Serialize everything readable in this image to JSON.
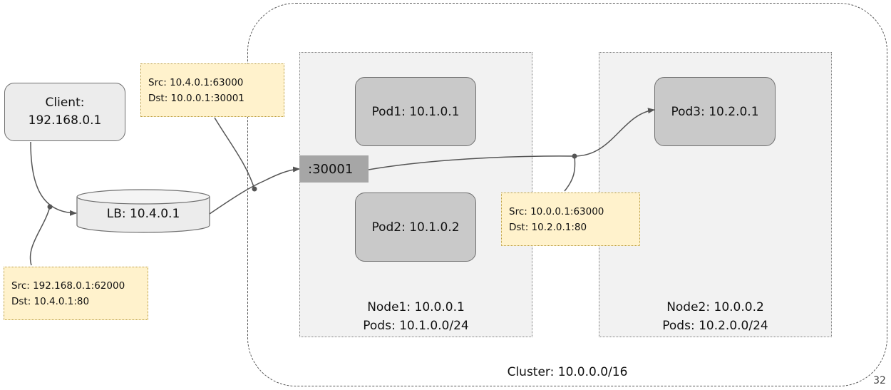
{
  "cluster": {
    "label": "Cluster: 10.0.0.0/16"
  },
  "nodes": [
    {
      "line1": "Node1: 10.0.0.1",
      "line2": "Pods: 10.1.0.0/24"
    },
    {
      "line1": "Node2: 10.0.0.2",
      "line2": "Pods: 10.2.0.0/24"
    }
  ],
  "pods": [
    {
      "label": "Pod1: 10.1.0.1"
    },
    {
      "label": "Pod2: 10.1.0.2"
    },
    {
      "label": "Pod3: 10.2.0.1"
    }
  ],
  "client": {
    "line1": "Client:",
    "line2": "192.168.0.1"
  },
  "lb": {
    "label": "LB: 10.4.0.1"
  },
  "node_port": {
    "label": ":30001"
  },
  "notes": [
    {
      "src": "Src: 10.4.0.1:63000",
      "dst": "Dst: 10.0.0.1:30001"
    },
    {
      "src": "Src: 192.168.0.1:62000",
      "dst": "Dst: 10.4.0.1:80"
    },
    {
      "src": "Src: 10.0.0.1:63000",
      "dst": "Dst: 10.2.0.1:80"
    }
  ],
  "page_number": "32",
  "colors": {
    "node_bg": "#f2f2f2",
    "pod_bg": "#c9c9c9",
    "client_bg": "#ececec",
    "port_bg": "#a6a6a6",
    "note_bg": "#fff2cc",
    "line": "#555555"
  }
}
